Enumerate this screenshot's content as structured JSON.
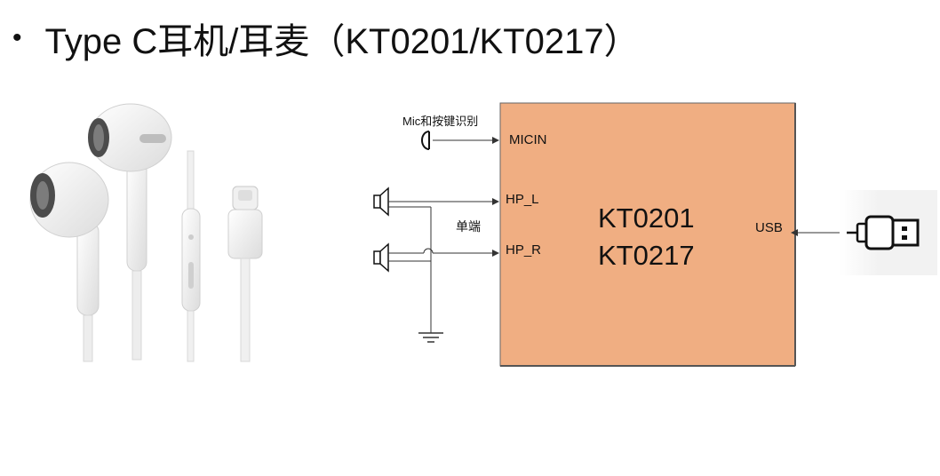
{
  "slide": {
    "bullet": "•",
    "title": "Type C耳机/耳麦（KT0201/KT0217）"
  },
  "diagram": {
    "mic_label": "Mic和按键识别",
    "pin_micin": "MICIN",
    "pin_hpl": "HP_L",
    "pin_hpr": "HP_R",
    "single_ended": "单端",
    "chip_line1": "KT0201",
    "chip_line2": "KT0217",
    "pin_usb": "USB",
    "chip_color": "#F0AE82"
  }
}
